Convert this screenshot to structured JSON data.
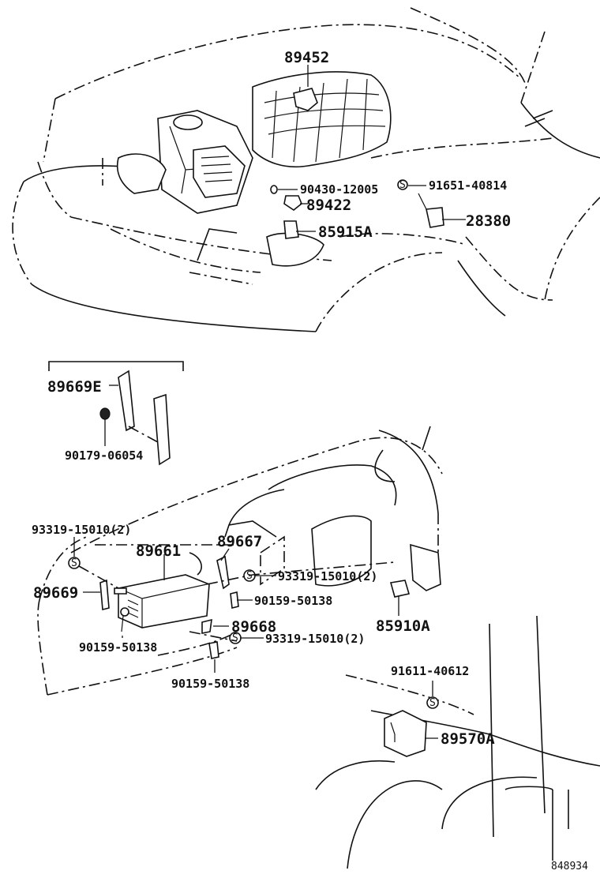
{
  "diagram_id": "848934",
  "parts": {
    "p89452": "89452",
    "p90430": "90430-12005",
    "p91651": "91651-40814",
    "p89422": "89422",
    "p85915A": "85915A",
    "p28380": "28380",
    "p89669E": "89669E",
    "p90179": "90179-06054",
    "p93319_a": "93319-15010(2)",
    "p89661": "89661",
    "p89667": "89667",
    "p93319_b": "93319-15010(2)",
    "p89669": "89669",
    "p90159_a": "90159-50138",
    "p85910A": "85910A",
    "p90159_b": "90159-50138",
    "p89668": "89668",
    "p93319_c": "93319-15010(2)",
    "p90159_c": "90159-50138",
    "p91611": "91611-40612",
    "p89570A": "89570A"
  }
}
